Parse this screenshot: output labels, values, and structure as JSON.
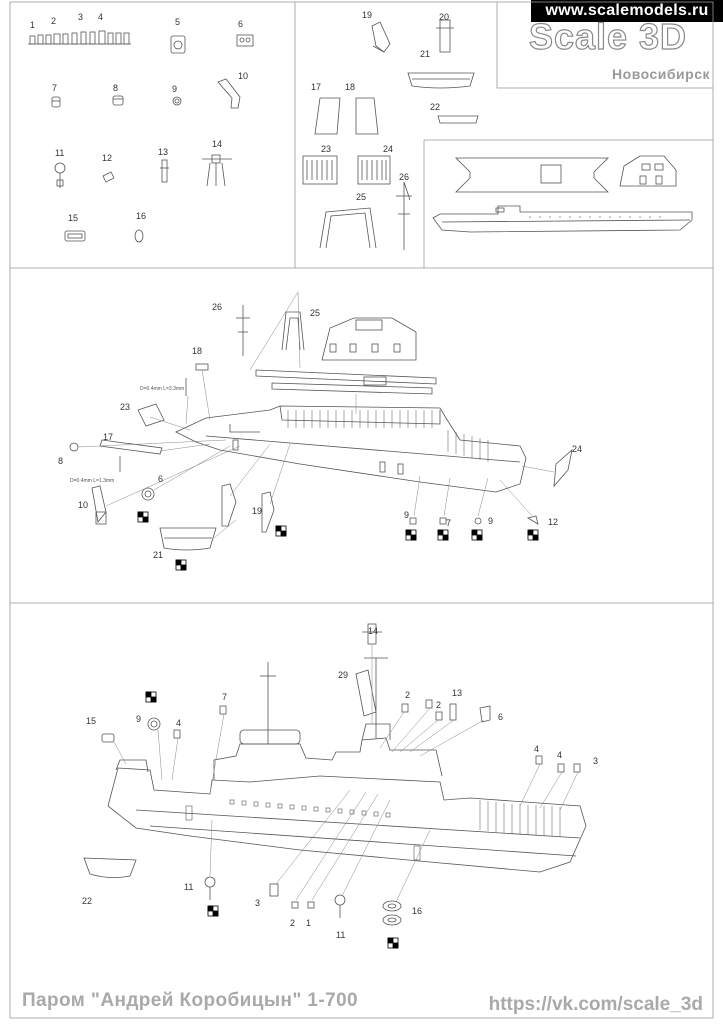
{
  "watermark": "www.scalemodels.ru",
  "brand": {
    "name": "Scale 3D",
    "city": "Новосибирск"
  },
  "footer": {
    "title": "Паром \"Андрей Коробицын\" 1-700",
    "url": "https://vk.com/scale_3d"
  },
  "notes": {
    "rod_a": "D=0.4mm L=3.3mm",
    "rod_b": "D=0.4mm L=1.3mm"
  },
  "parts_sheet": {
    "labels": [
      "1",
      "2",
      "3",
      "4",
      "5",
      "6",
      "7",
      "8",
      "9",
      "10",
      "11",
      "12",
      "13",
      "14",
      "15",
      "16",
      "17",
      "18",
      "19",
      "20",
      "21",
      "22",
      "23",
      "24",
      "25",
      "26"
    ]
  },
  "step1": {
    "labels": [
      "26",
      "25",
      "18",
      "23",
      "17",
      "8",
      "10",
      "6",
      "19",
      "21",
      "9",
      "7",
      "9",
      "24",
      "12"
    ]
  },
  "step2": {
    "labels": [
      "14",
      "29",
      "2",
      "13",
      "6",
      "2",
      "15",
      "9",
      "4",
      "7",
      "4",
      "4",
      "3",
      "11",
      "22",
      "3",
      "2",
      "1",
      "11",
      "16"
    ]
  }
}
